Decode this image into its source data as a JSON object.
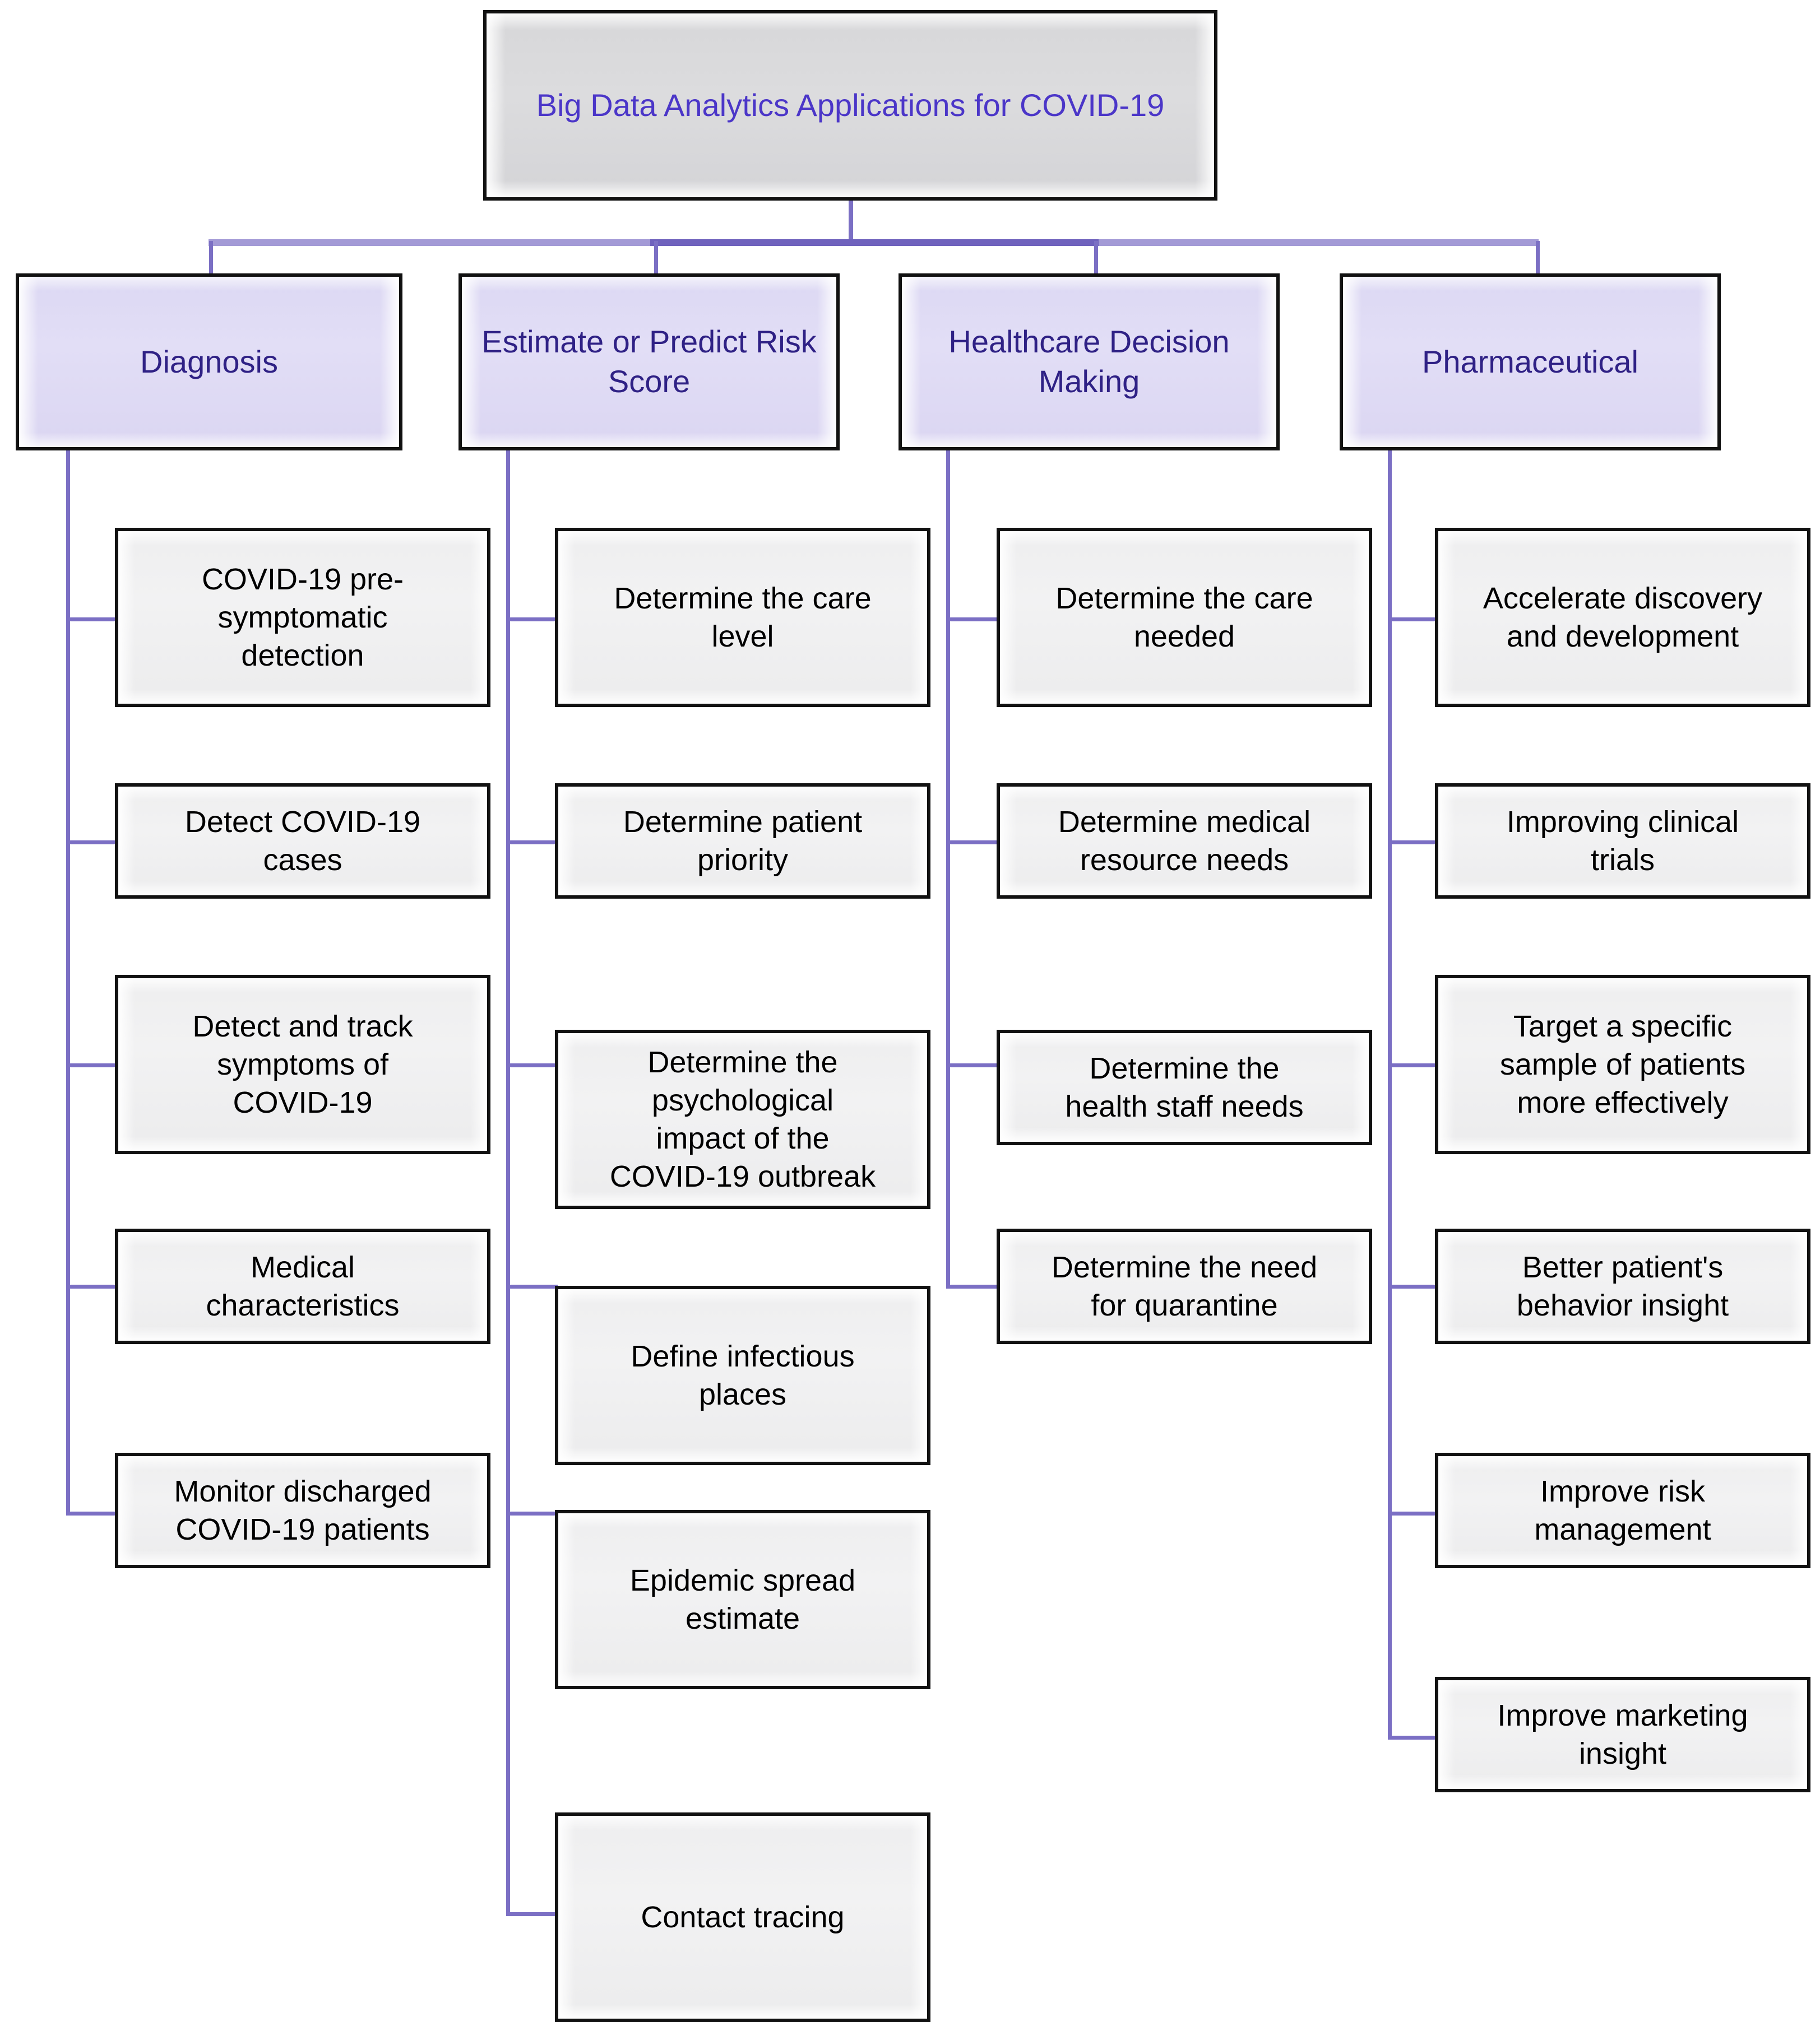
{
  "diagram": {
    "type": "tree",
    "orientation": "top-down-then-left",
    "colors": {
      "root_fill": "#d9d9db",
      "root_text": "#4b36c8",
      "category_fill": "#e0dcf5",
      "category_text": "#2f2185",
      "leaf_fill": "#efefef",
      "leaf_text": "#000000",
      "connector": "#7b6fc4",
      "border": "#111111",
      "background": "#ffffff"
    },
    "root": {
      "label": "Big Data Analytics Applications for COVID-19"
    },
    "branches": [
      {
        "label": "Diagnosis",
        "children": [
          "COVID-19 pre-\nsymptomatic\ndetection",
          "Detect COVID-19\ncases",
          "Detect and track\nsymptoms of\nCOVID-19",
          "Medical\ncharacteristics",
          "Monitor discharged\nCOVID-19 patients"
        ]
      },
      {
        "label": "Estimate or Predict Risk Score",
        "children": [
          "Determine the care\nlevel",
          "Determine patient\npriority",
          "Determine the\npsychological\nimpact of the\nCOVID-19 outbreak",
          "Define infectious\nplaces",
          "Epidemic spread\nestimate",
          "Contact tracing"
        ]
      },
      {
        "label": "Healthcare Decision Making",
        "children": [
          "Determine the care\nneeded",
          "Determine medical\nresource needs",
          "Determine the\nhealth staff needs",
          "Determine the need\nfor quarantine"
        ]
      },
      {
        "label": "Pharmaceutical",
        "children": [
          "Accelerate discovery\nand development",
          "Improving clinical\ntrials",
          "Target a specific\nsample of patients\nmore effectively",
          "Better patient's\nbehavior insight",
          "Improve risk\nmanagement",
          "Improve marketing\ninsight"
        ]
      }
    ]
  }
}
